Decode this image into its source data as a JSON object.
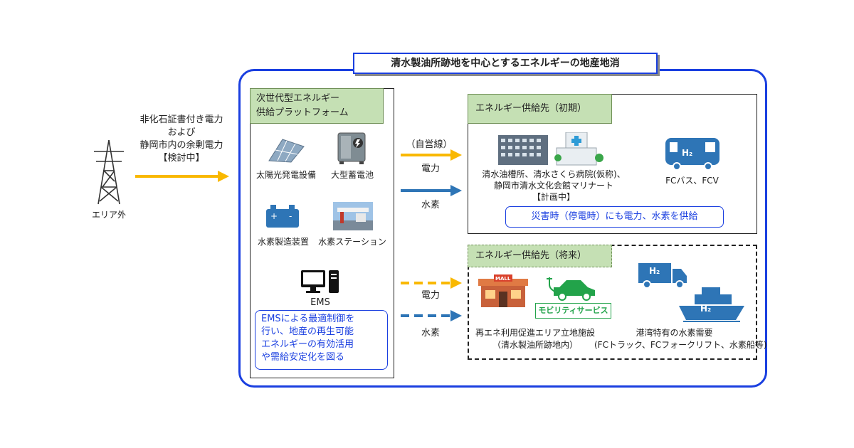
{
  "title": "清水製油所跡地を中心とするエネルギーの地産地消",
  "external": {
    "lines": [
      "非化石証書付き電力",
      "および",
      "静岡市内の余剰電力",
      "【検討中】"
    ],
    "tower_label": "エリア外"
  },
  "platform": {
    "header_lines": [
      "次世代型エネルギー",
      "供給プラットフォーム"
    ],
    "items": [
      {
        "label": "太陽光発電設備",
        "icon": "solar-panel-icon"
      },
      {
        "label": "大型蓄電池",
        "icon": "battery-storage-icon"
      },
      {
        "label": "水素製造装置",
        "icon": "hydrogen-production-icon"
      },
      {
        "label": "水素ステーション",
        "icon": "hydrogen-station-icon"
      }
    ],
    "ems_label": "EMS",
    "ems_desc_lines": [
      "EMSによる最適制御を",
      "行い、地産の再生可能",
      "エネルギーの有効活用",
      "や需給安定化を図る"
    ]
  },
  "flows": {
    "initial_note": "（自営線）",
    "power": "電力",
    "hydrogen": "水素",
    "future_power": "電力",
    "future_hydrogen": "水素",
    "colors": {
      "power": "#f9b800",
      "hydrogen": "#2e75b6"
    }
  },
  "supply_initial": {
    "header": "エネルギー供給先（初期）",
    "facilities_lines": [
      "清水油槽所、清水さくら病院(仮称)、",
      "静岡市清水文化会館マリナート",
      "【計画中】"
    ],
    "vehicles": "FCバス、FCV",
    "disaster": "災害時（停電時）にも電力、水素を供給"
  },
  "supply_future": {
    "header": "エネルギー供給先（将来）",
    "mobility": "モビリティサービス",
    "left_lines": [
      "再エネ利用促進エリア立地施設",
      "（清水製油所跡地内）"
    ],
    "right_lines": [
      "港湾特有の水素需要",
      "(FCトラック、FCフォークリフト、水素船等)"
    ],
    "mall_sign": "MALL",
    "h2": "H₂"
  },
  "colors": {
    "frame": "#1a3fe0",
    "header_fill": "#c5e0b4",
    "icon_blue": "#2e75b6",
    "mobility_green": "#22a34a"
  }
}
